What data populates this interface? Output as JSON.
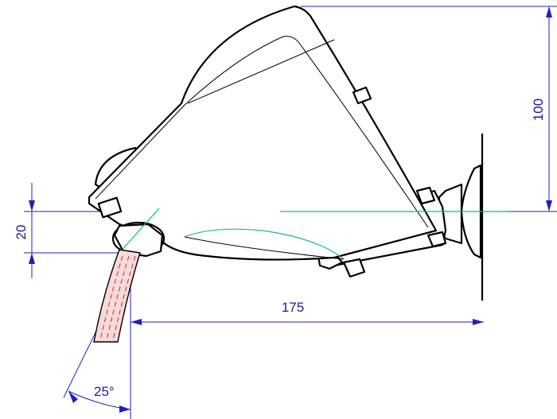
{
  "dimensions": {
    "height_total": "100",
    "offset": "20",
    "length": "175",
    "angle": "25°"
  },
  "colors": {
    "dimension": "#2020c0",
    "outline": "#000000",
    "axis": "#00cc55",
    "seam": "#20b0b0",
    "cable_hatch": "#e02020",
    "cable_fill": "#f6dada"
  }
}
